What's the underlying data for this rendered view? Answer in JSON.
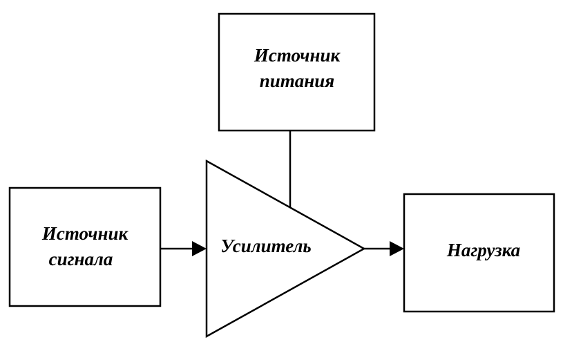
{
  "diagram": {
    "power_source": {
      "line1": "Источник",
      "line2": "питания"
    },
    "signal_source": {
      "line1": "Источник",
      "line2": "сигнала"
    },
    "amplifier": {
      "label": "Усилитель"
    },
    "load": {
      "label": "Нагрузка"
    }
  }
}
